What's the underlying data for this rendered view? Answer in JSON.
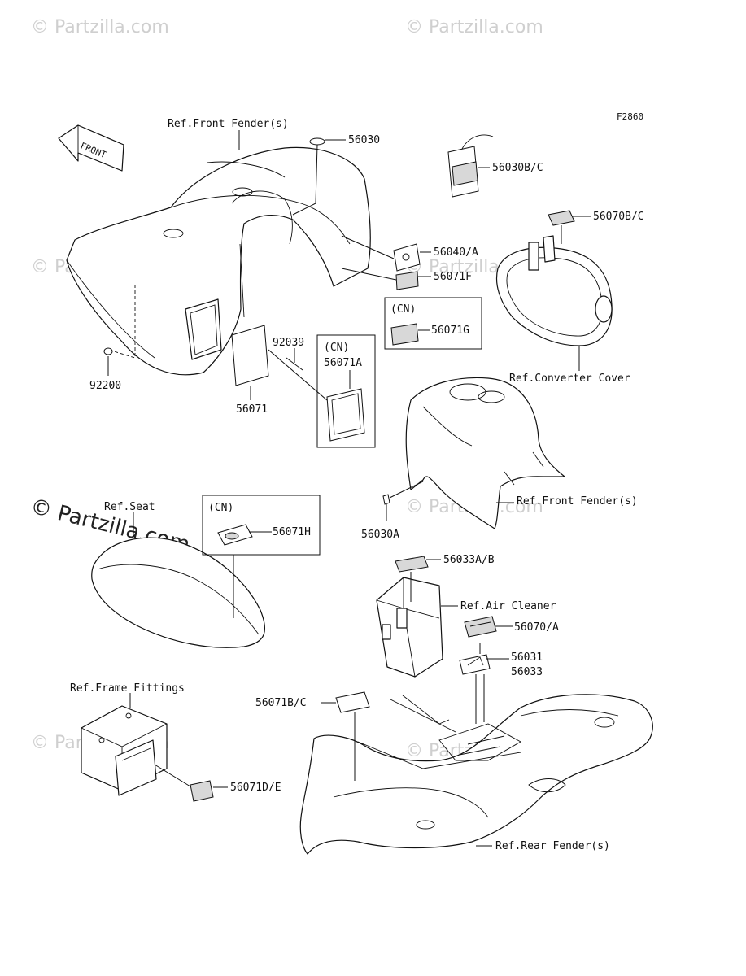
{
  "figure_code": "F2860",
  "front_arrow_label": "FRONT",
  "watermark": {
    "text": "© Partzilla.com",
    "main_text": "© Partzilla.com"
  },
  "references": {
    "front_fender_top": "Ref.Front Fender(s)",
    "converter_cover": "Ref.Converter Cover",
    "front_fender_mid": "Ref.Front Fender(s)",
    "seat": "Ref.Seat",
    "air_cleaner": "Ref.Air Cleaner",
    "frame_fittings": "Ref.Frame Fittings",
    "rear_fender": "Ref.Rear Fender(s)"
  },
  "parts": {
    "p56030": "56030",
    "p56030bc": "56030B/C",
    "p56070bc": "56070B/C",
    "p56040a": "56040/A",
    "p56071f": "56071F",
    "p56071g": "56071G",
    "p92039": "92039",
    "p56071a": "56071A",
    "p92200": "92200",
    "p56071": "56071",
    "p56030a": "56030A",
    "p56071h": "56071H",
    "p56033ab": "56033A/B",
    "p56070a": "56070/A",
    "p56031": "56031",
    "p56033": "56033",
    "p56071bc": "56071B/C",
    "p56071de": "56071D/E"
  },
  "cn_label": "(CN)"
}
